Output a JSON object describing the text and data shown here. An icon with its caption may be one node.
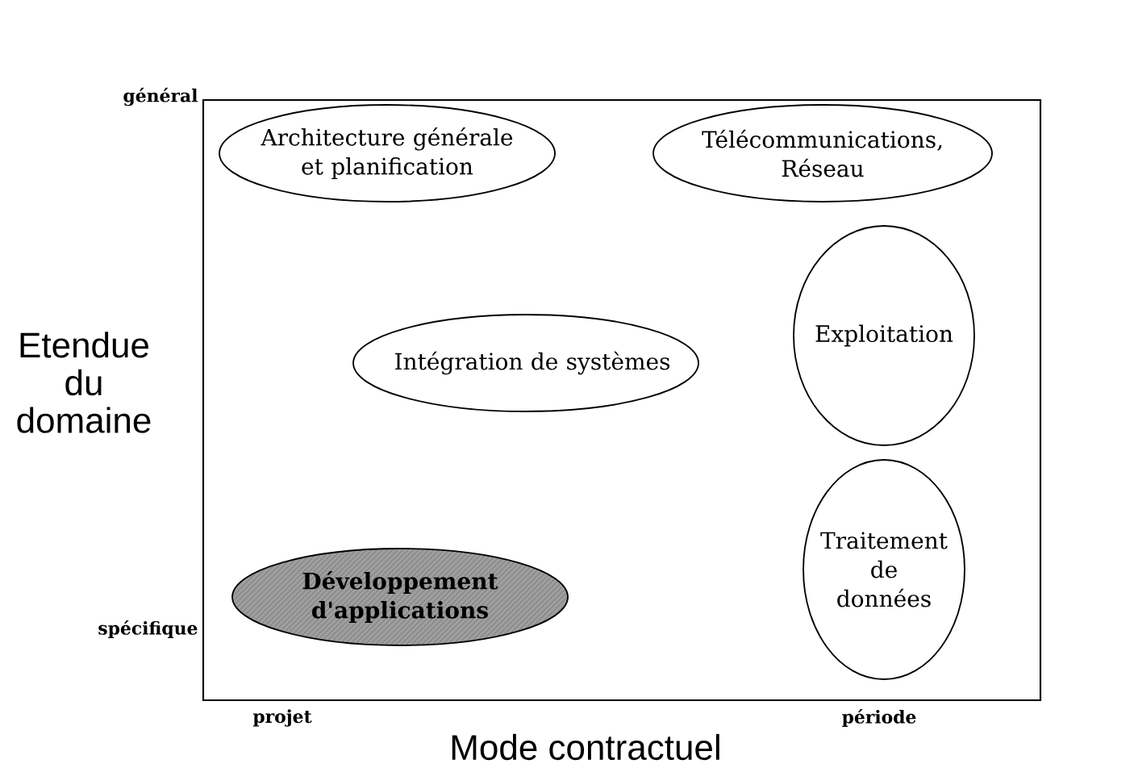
{
  "diagram": {
    "nodes": [
      {
        "text": [
          "Architecture générale et planification"
        ]
      },
      {
        "text": [
          "Télécommunications, Réseau"
        ]
      },
      {
        "text": [
          "Exploitation"
        ]
      },
      {
        "text": [
          "Intégration de systèmes"
        ]
      },
      {
        "text": [
          "Traitement de données"
        ]
      },
      {
        "text": [
          "Développement d'applications"
        ]
      }
    ],
    "labels": [
      "général",
      "Etendue du domaine",
      "spécifique",
      "projet",
      "période",
      "Mode contractuel"
    ]
  }
}
